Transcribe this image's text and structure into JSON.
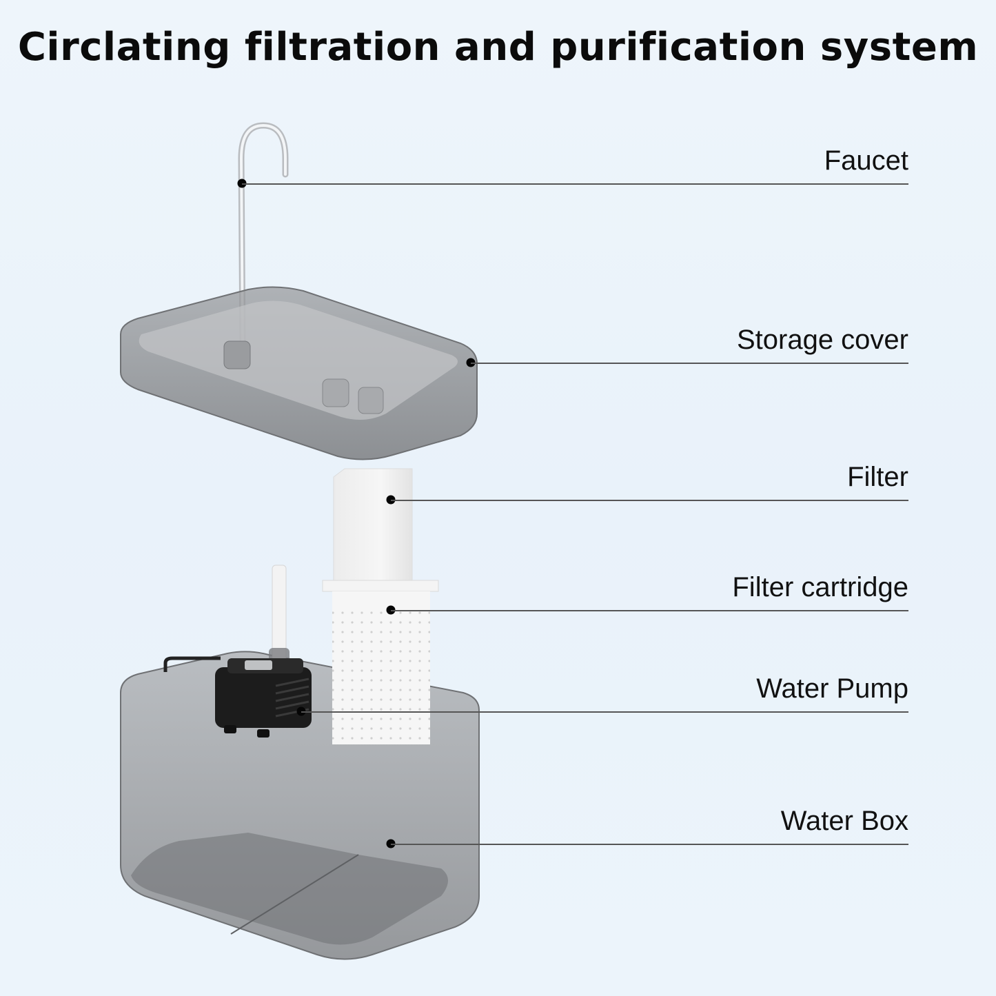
{
  "title": "Circlating filtration and purification system",
  "colors": {
    "background": "#ebf3fa",
    "text": "#111111",
    "leader_line": "#555555",
    "dot": "#050505",
    "plastic_gray": "#8a8c8f",
    "pump_black": "#1a1a1a",
    "filter_white": "#f4f4f4"
  },
  "parts": [
    {
      "id": "faucet",
      "label": "Faucet",
      "icon": "faucet-pipe"
    },
    {
      "id": "storage_cover",
      "label": "Storage cover",
      "icon": "tray"
    },
    {
      "id": "filter",
      "label": "Filter",
      "icon": "filter-sponge"
    },
    {
      "id": "filter_cartridge",
      "label": "Filter cartridge",
      "icon": "perforated-cartridge"
    },
    {
      "id": "water_pump",
      "label": "Water Pump",
      "icon": "pump"
    },
    {
      "id": "water_box",
      "label": "Water Box",
      "icon": "container"
    }
  ]
}
